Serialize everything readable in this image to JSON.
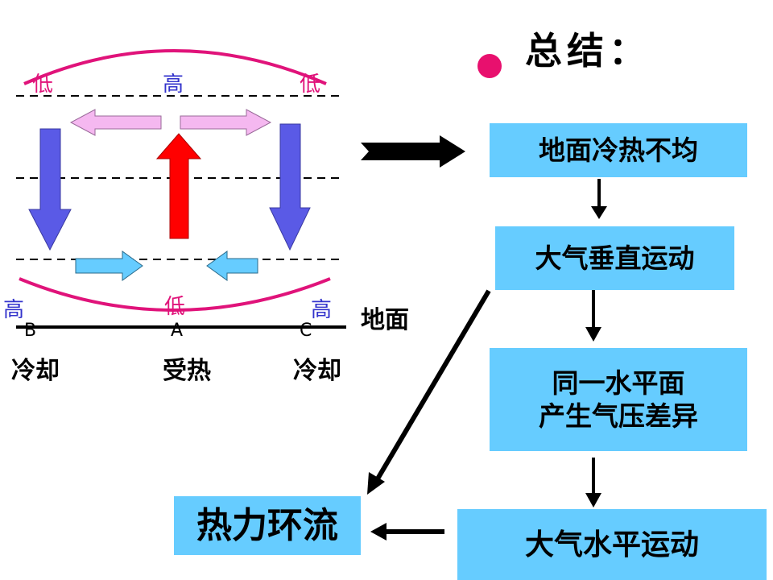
{
  "summary": {
    "title": "总结："
  },
  "left_diagram": {
    "top_labels": {
      "left": "低",
      "center": "高",
      "right": "低"
    },
    "bottom_labels": {
      "left": "高",
      "center": "低",
      "right": "高"
    },
    "points": {
      "b": "B",
      "a": "A",
      "c": "C"
    },
    "ground": "地面",
    "conditions": {
      "left": "冷却",
      "center": "受热",
      "right": "冷却"
    }
  },
  "flow": {
    "box1": "地面冷热不均",
    "box2": "大气垂直运动",
    "box3_line1": "同一水平面",
    "box3_line2": "产生气压差异",
    "box4": "大气水平运动",
    "result": "热力环流"
  },
  "colors": {
    "accent_magenta": "#e0137a",
    "box_fill": "#66ccff",
    "down_arrow": "#5a5ae6",
    "up_arrow": "#ff0000",
    "pink_arrow": "#f5b8f0",
    "light_blue_arrow": "#66ccff"
  }
}
